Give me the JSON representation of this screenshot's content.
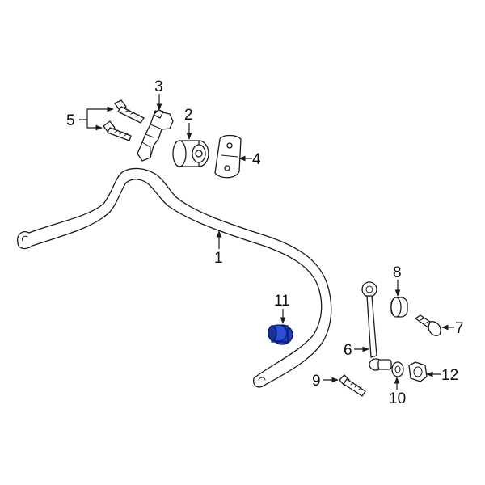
{
  "callouts": {
    "c1": "1",
    "c2": "2",
    "c3": "3",
    "c4": "4",
    "c5": "5",
    "c6": "6",
    "c7": "7",
    "c8": "8",
    "c9": "9",
    "c10": "10",
    "c11": "11",
    "c12": "12"
  },
  "highlight_color": "#1f3fbf"
}
